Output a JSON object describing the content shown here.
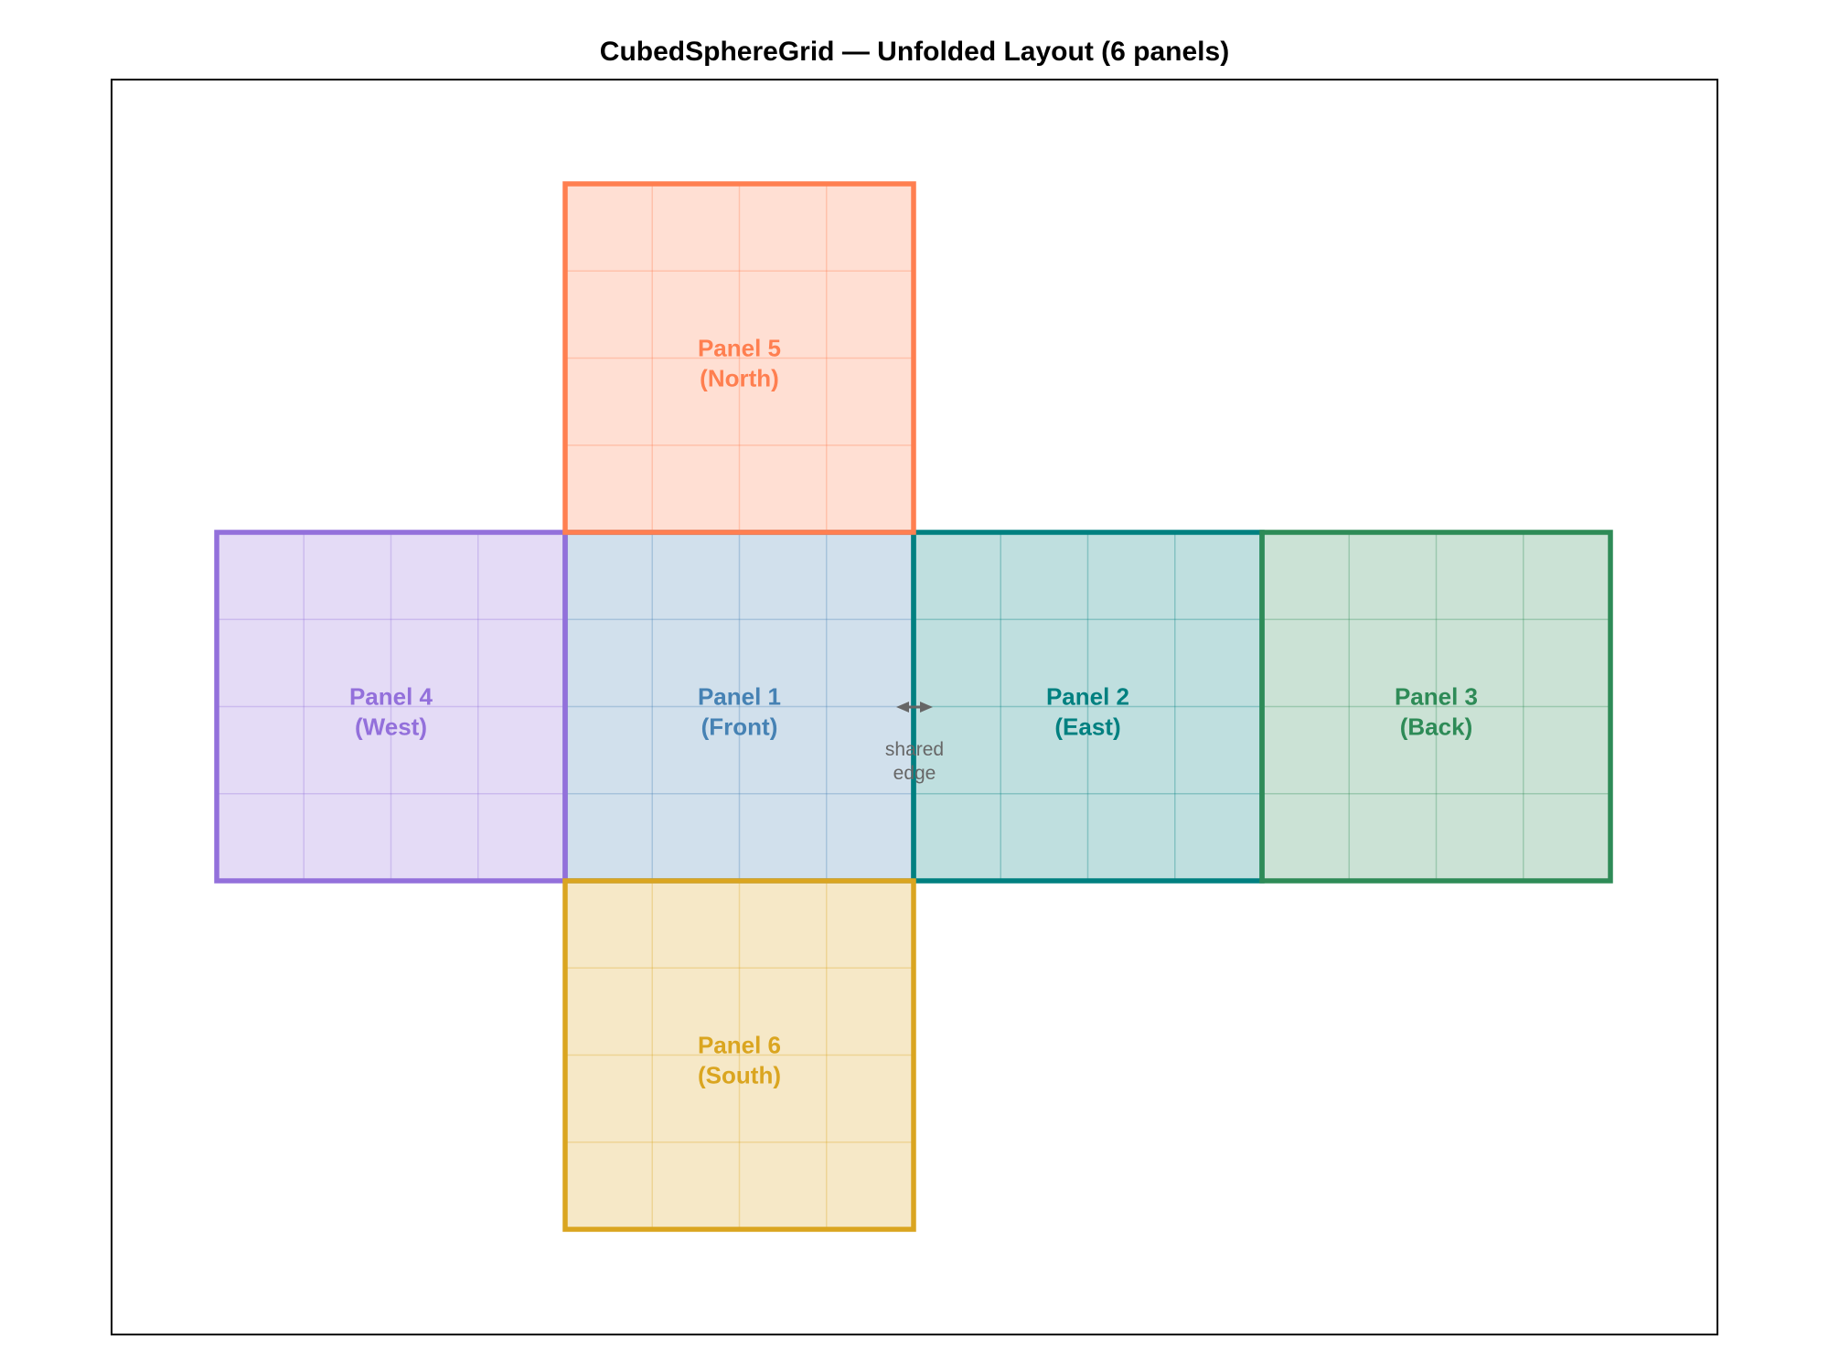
{
  "title": "CubedSphereGrid — Unfolded Layout (6 panels)",
  "grid_divisions": 4,
  "panels": [
    {
      "id": 1,
      "label": "Panel 1",
      "name": "(Front)",
      "color": "#4682B4"
    },
    {
      "id": 2,
      "label": "Panel 2",
      "name": "(East)",
      "color": "#008080"
    },
    {
      "id": 3,
      "label": "Panel 3",
      "name": "(Back)",
      "color": "#2E8B57"
    },
    {
      "id": 4,
      "label": "Panel 4",
      "name": "(West)",
      "color": "#9370DB"
    },
    {
      "id": 5,
      "label": "Panel 5",
      "name": "(North)",
      "color": "#FF7F50"
    },
    {
      "id": 6,
      "label": "Panel 6",
      "name": "(South)",
      "color": "#DAA520"
    }
  ],
  "annotation": {
    "line1": "shared",
    "line2": "edge",
    "color": "#666666"
  }
}
